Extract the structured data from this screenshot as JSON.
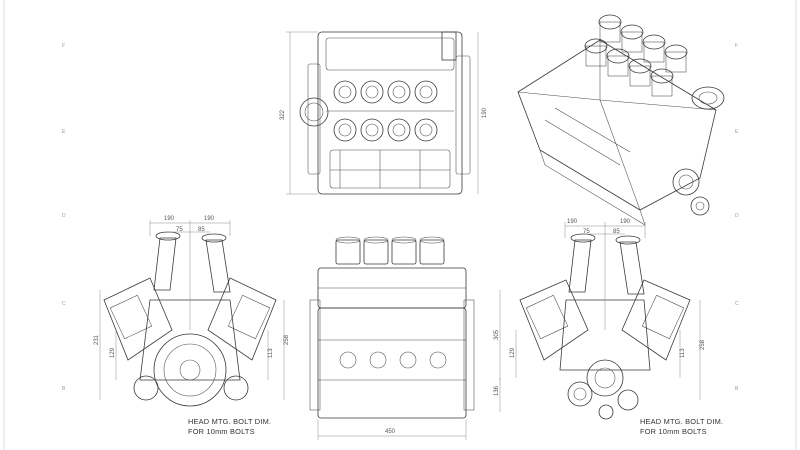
{
  "drawing": {
    "views": {
      "top": {
        "dims": [
          "322",
          "190"
        ]
      },
      "front_left": {
        "dims": [
          "190",
          "190",
          "75",
          "85",
          "231",
          "129",
          "113",
          "258"
        ],
        "note_line1": "HEAD MTG. BOLT DIM.",
        "note_line2": "FOR 10mm BOLTS"
      },
      "side": {
        "dims": [
          "450"
        ]
      },
      "front_right": {
        "dims": [
          "190",
          "190",
          "75",
          "85",
          "305",
          "129",
          "113",
          "258",
          "136"
        ],
        "note_line1": "HEAD MTG. BOLT DIM.",
        "note_line2": "FOR 10mm BOLTS"
      }
    },
    "zones": [
      "F",
      "E",
      "D",
      "C",
      "B"
    ]
  }
}
